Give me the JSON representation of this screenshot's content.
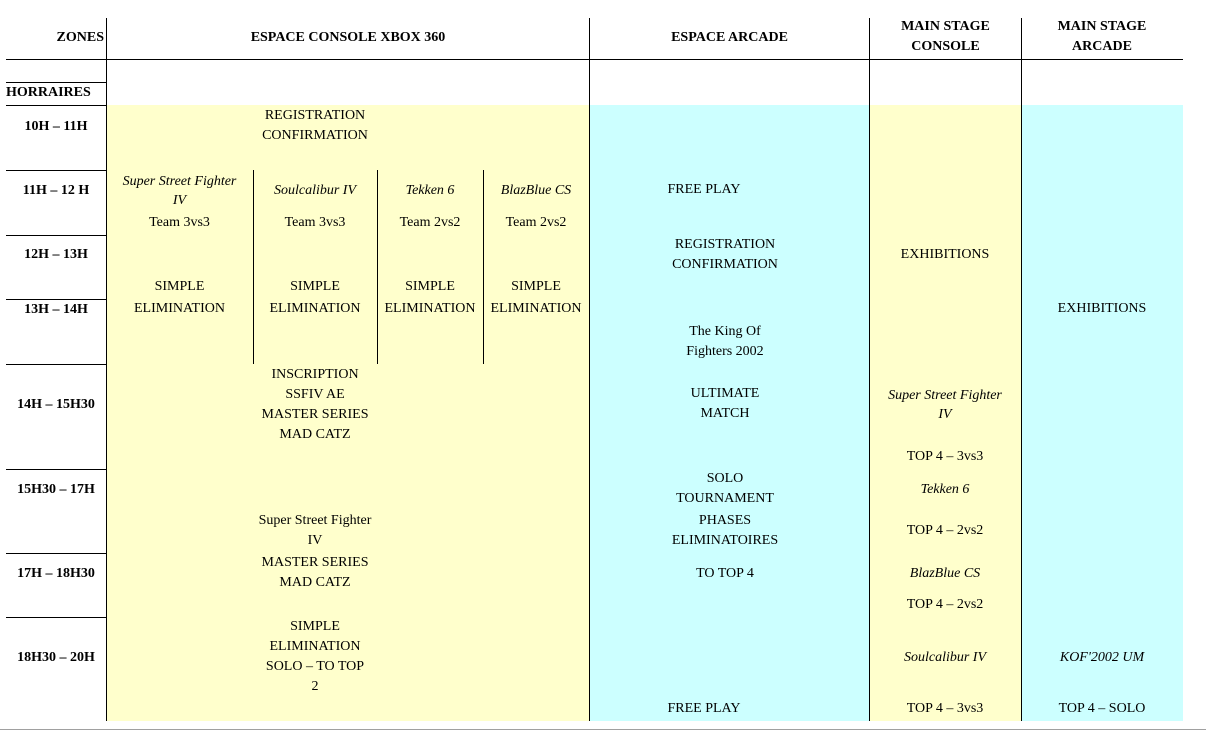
{
  "header": {
    "zones": "ZONES",
    "horaires": "HORRAIRES",
    "xbox": "ESPACE CONSOLE XBOX 360",
    "arcade": "ESPACE ARCADE",
    "msc": [
      "MAIN STAGE",
      "CONSOLE"
    ],
    "msa": [
      "MAIN STAGE",
      "ARCADE"
    ]
  },
  "times": [
    "10H – 11H",
    "11H – 12 H",
    "12H – 13H",
    "13H – 14H",
    "14H – 15H30",
    "15H30 – 17H",
    "17H – 18H30",
    "18H30 – 20H"
  ],
  "xbox": {
    "registration": [
      "REGISTRATION",
      "CONFIRMATION"
    ],
    "games": [
      {
        "title": [
          "Super Street Fighter",
          "IV"
        ],
        "team": "Team 3vs3",
        "format": [
          "SIMPLE",
          "ELIMINATION"
        ]
      },
      {
        "title": [
          "Soulcalibur IV"
        ],
        "team": "Team 3vs3",
        "format": [
          "SIMPLE",
          "ELIMINATION"
        ]
      },
      {
        "title": [
          "Tekken 6"
        ],
        "team": "Team 2vs2",
        "format": [
          "SIMPLE",
          "ELIMINATION"
        ]
      },
      {
        "title": [
          "BlazBlue CS"
        ],
        "team": "Team 2vs2",
        "format": [
          "SIMPLE",
          "ELIMINATION"
        ]
      }
    ],
    "inscription": [
      "INSCRIPTION",
      "SSFIV AE",
      "MASTER SERIES",
      "MAD CATZ"
    ],
    "master": [
      "Super Street Fighter",
      "IV",
      "MASTER SERIES",
      "MAD CATZ",
      "SIMPLE",
      "ELIMINATION",
      "SOLO – TO TOP",
      "2"
    ]
  },
  "arcade": {
    "free_play_1": "FREE PLAY",
    "registration": [
      "REGISTRATION",
      "CONFIRMATION"
    ],
    "kof": [
      "The King Of",
      "Fighters 2002",
      "ULTIMATE",
      "MATCH",
      "SOLO",
      "TOURNAMENT",
      "PHASES",
      "ELIMINATOIRES",
      "TO TOP 4"
    ],
    "free_play_2": "FREE PLAY"
  },
  "msc": {
    "exhibitions": "EXHIBITIONS",
    "ssf": [
      "Super Street Fighter",
      "IV",
      "TOP 4 – 3vs3"
    ],
    "tekken": [
      "Tekken 6",
      "TOP 4 – 2vs2"
    ],
    "blazblue": [
      "BlazBlue CS",
      "TOP 4 – 2vs2"
    ],
    "soul": [
      "Soulcalibur IV",
      "TOP 4 – 3vs3"
    ]
  },
  "msa": {
    "exhibitions": "EXHIBITIONS",
    "kof": [
      "KOF'2002 UM",
      "TOP 4 – SOLO"
    ]
  },
  "colors": {
    "console": "#ffffcc",
    "arcade": "#ccffff"
  }
}
